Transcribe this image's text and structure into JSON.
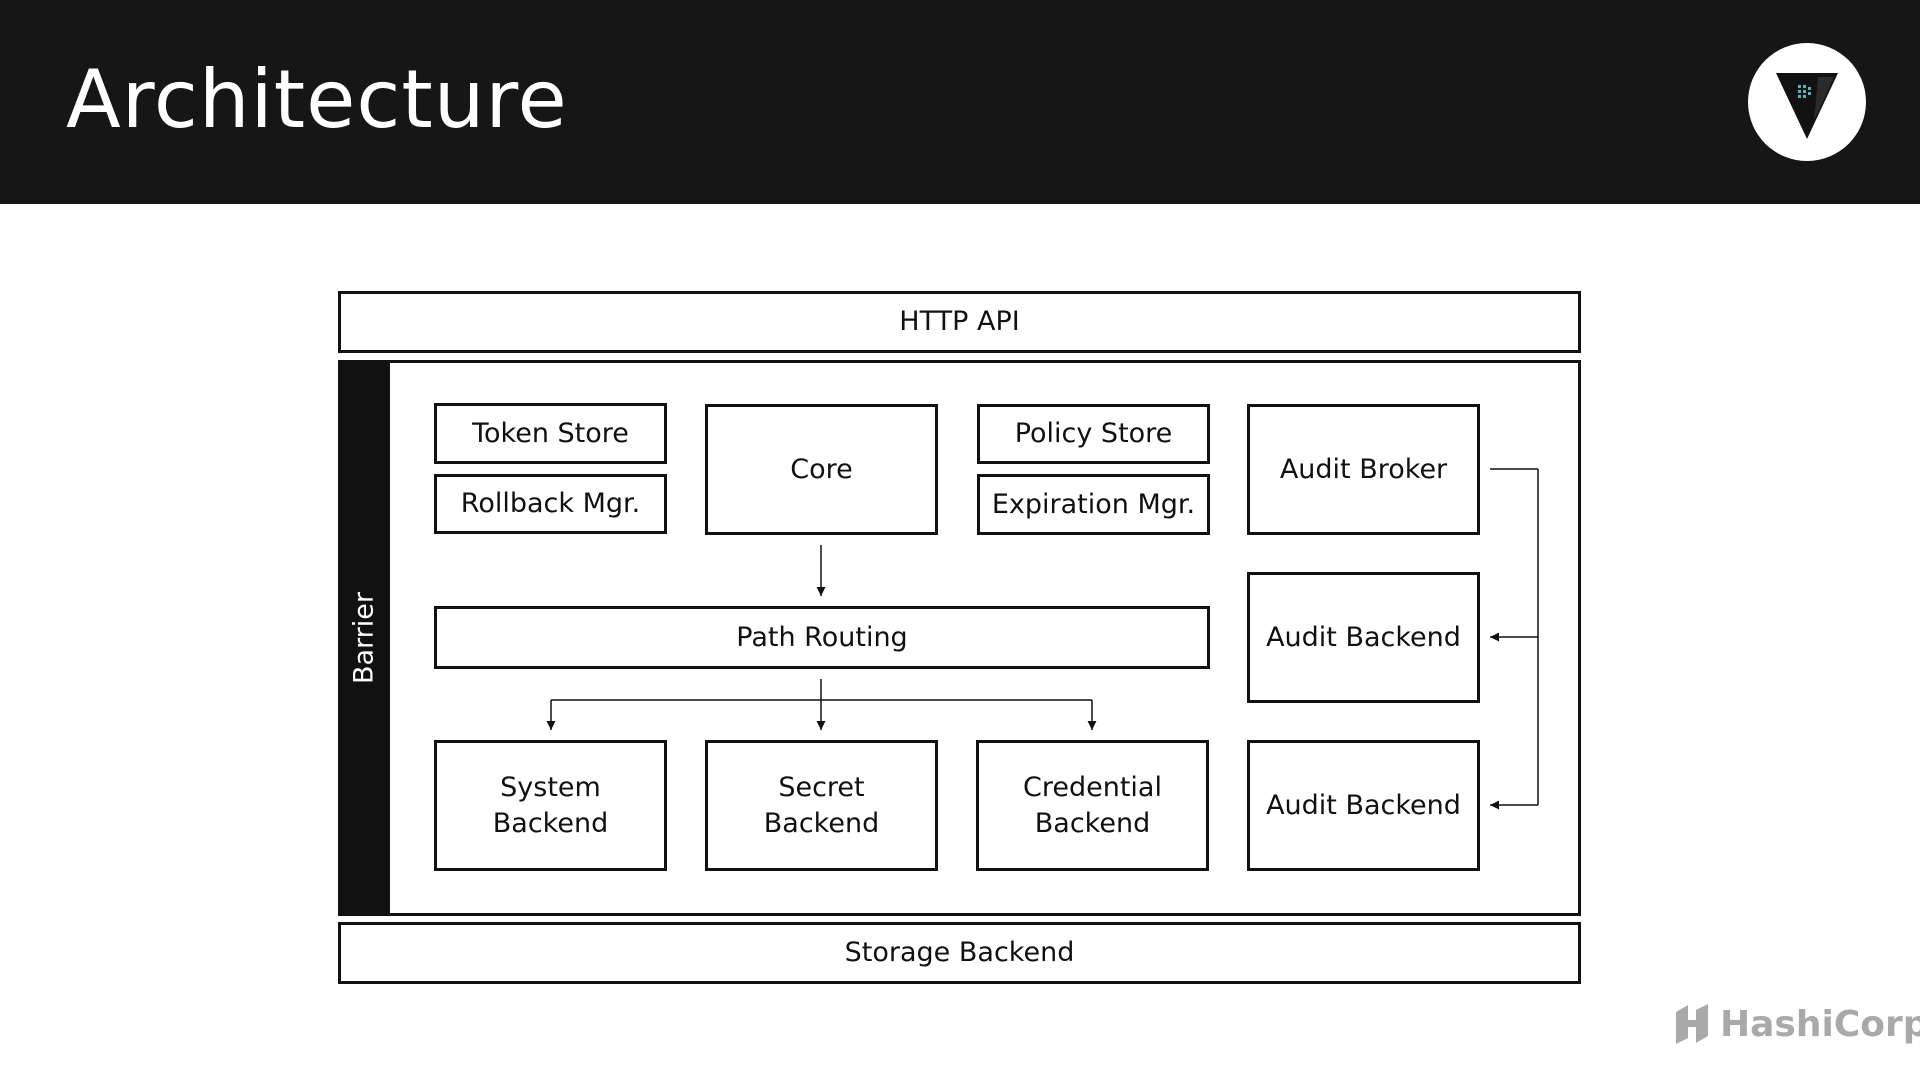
{
  "slide": {
    "title": "Architecture"
  },
  "diagram": {
    "http_api": "HTTP API",
    "barrier": "Barrier",
    "token_store": "Token Store",
    "rollback_mgr": "Rollback Mgr.",
    "core": "Core",
    "policy_store": "Policy Store",
    "expiration_mgr": "Expiration Mgr.",
    "audit_broker": "Audit Broker",
    "path_routing": "Path Routing",
    "audit_backend_1": "Audit Backend",
    "audit_backend_2": "Audit Backend",
    "system_backend": [
      "System",
      "Backend"
    ],
    "secret_backend": [
      "Secret",
      "Backend"
    ],
    "credential_backend": [
      "Credential",
      "Backend"
    ],
    "storage_backend": "Storage Backend"
  },
  "branding": {
    "company": "HashiCorp",
    "logo": "vault-logo-icon"
  },
  "colors": {
    "header_bg": "#161616",
    "ink": "#111111",
    "brand_gray": "#a9a9a9"
  }
}
